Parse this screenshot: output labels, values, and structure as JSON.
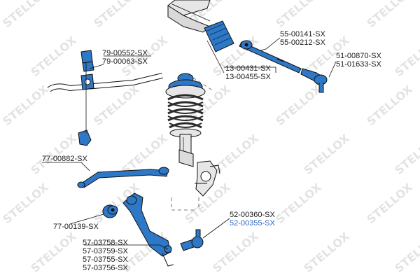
{
  "watermark": {
    "text": "STELLOX",
    "color": "#e3e3e3"
  },
  "colors": {
    "part": "#2e78c6",
    "outline": "#111111",
    "body": "#e6e6e6",
    "spring": "#2a2a2a",
    "highlight": "#2f63c0"
  },
  "labels": {
    "l79a": "79-00552-SX",
    "l79b": "79-00063-SX",
    "l13a": "13-00431-SX",
    "l13b": "13-00455-SX",
    "l55a": "55-00141-SX",
    "l55b": "55-00212-SX",
    "l51a": "51-00870-SX",
    "l51b": "51-01633-SX",
    "l77a": "77-00882-SX",
    "l77b": "77-00139-SX",
    "l52a": "52-00360-SX",
    "l52b": "52-00355-SX",
    "l57a": "57-03758-SX",
    "l57b": "57-03759-SX",
    "l57c": "57-03755-SX",
    "l57d": "57-03756-SX"
  }
}
